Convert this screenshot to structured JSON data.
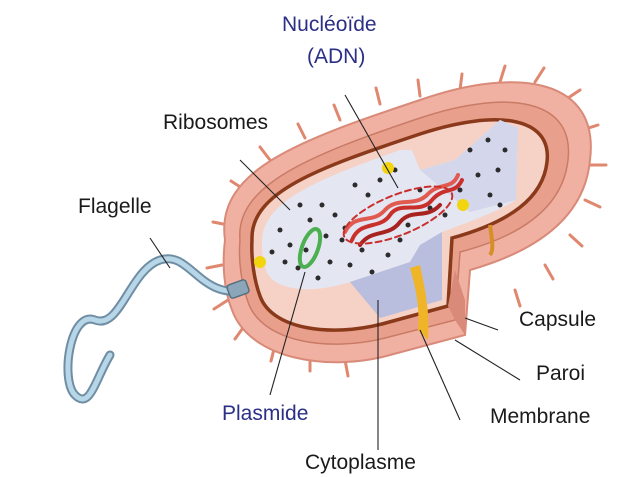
{
  "diagram": {
    "colors": {
      "capsule": "#f1b1a2",
      "capsule_edge": "#d98a78",
      "wall": "#e8a08d",
      "membrane": "#8a3a1b",
      "cytoplasm": "#e4e6f2",
      "cytoplasm_shade": "#b9bedf",
      "ribosome": "#2c2c2c",
      "dna": "#c9302c",
      "plasmid": "#4caf50",
      "inclusion": "#f2d40f",
      "flagellum": "#9fc3d9",
      "label_blue": "#2b2f86"
    },
    "labels": {
      "nucleoid": "Nucléoïde",
      "adn": "(ADN)",
      "ribosomes": "Ribosomes",
      "flagelle": "Flagelle",
      "plasmide": "Plasmide",
      "cytoplasme": "Cytoplasme",
      "capsule": "Capsule",
      "paroi": "Paroi",
      "membrane": "Membrane"
    }
  }
}
